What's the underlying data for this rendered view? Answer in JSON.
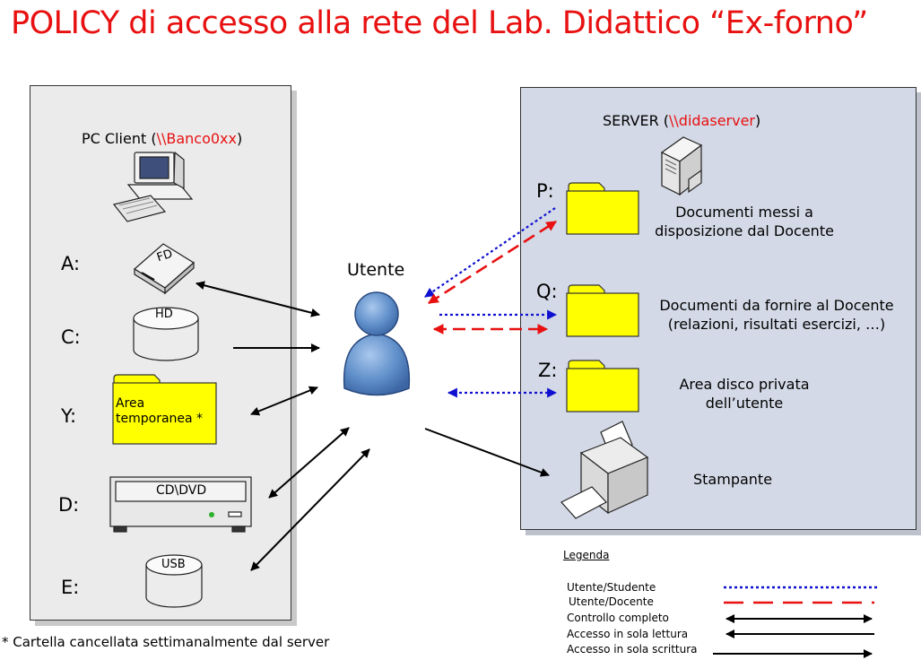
{
  "title": "POLICY di accesso alla rete del Lab. Didattico “Ex-forno”",
  "client": {
    "label_prefix": "PC Client (",
    "label_name": "\\\\Banco0xx",
    "label_suffix": ")",
    "drives": {
      "a": "A:",
      "c": "C:",
      "y": "Y:",
      "d": "D:",
      "e": "E:"
    },
    "fd_label": "FD",
    "hd_label": "HD",
    "temp_label_line1": "Area",
    "temp_label_line2": "temporanea *",
    "cd_label": "CD\\DVD",
    "usb_label": "USB"
  },
  "user_label": "Utente",
  "server": {
    "label_prefix": "SERVER (",
    "label_name": "\\\\didaserver",
    "label_suffix": ")",
    "drives": {
      "p": "P:",
      "q": "Q:",
      "z": "Z:"
    },
    "p_desc_line1": "Documenti messi a",
    "p_desc_line2": "disposizione dal Docente",
    "q_desc_line1": "Documenti da fornire al Docente",
    "q_desc_line2": "(relazioni, risultati esercizi, …)",
    "z_desc_line1": "Area disco privata",
    "z_desc_line2": "dell’utente",
    "printer_label": "Stampante"
  },
  "footnote": "* Cartella cancellata settimanalmente dal server",
  "legend": {
    "title": "Legenda",
    "items": [
      "Utente/Studente",
      "Utente/Docente",
      "Controllo completo",
      "Accesso in sola lettura",
      "Accesso in sola scrittura"
    ]
  },
  "colors": {
    "title": "#e81010",
    "student_line": "#1010d0",
    "teacher_line": "#e81010",
    "folder": "#ffff00",
    "user": "#5f8ec9"
  }
}
